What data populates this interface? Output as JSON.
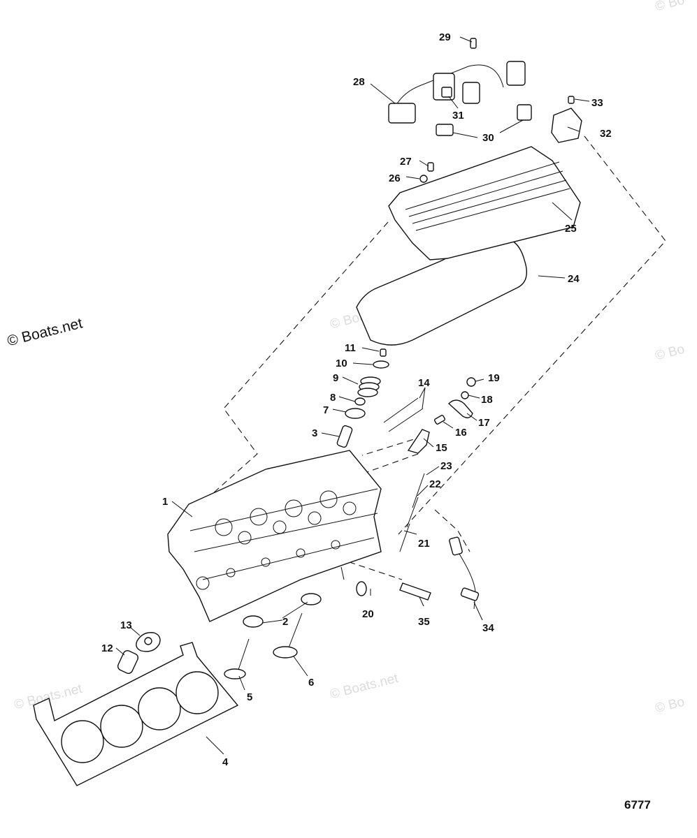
{
  "watermarks": {
    "main": "© Boats.net",
    "faint": [
      "© Boats.net",
      "© Boats.net",
      "© Boats.net",
      "© Bo",
      "© Bo",
      "© Bo"
    ]
  },
  "reference_number": "6777",
  "callouts": [
    "1",
    "2",
    "3",
    "4",
    "5",
    "6",
    "7",
    "8",
    "9",
    "10",
    "11",
    "12",
    "13",
    "14",
    "15",
    "16",
    "17",
    "18",
    "19",
    "20",
    "21",
    "22",
    "23",
    "24",
    "25",
    "26",
    "27",
    "28",
    "29",
    "30",
    "31",
    "32",
    "33",
    "34",
    "35"
  ]
}
